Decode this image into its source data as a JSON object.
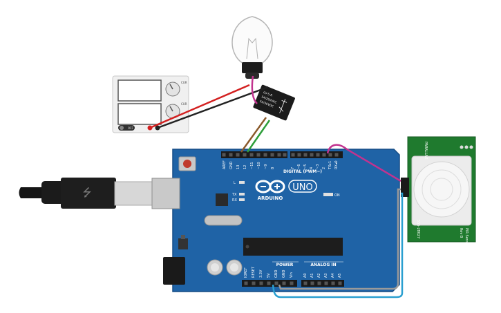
{
  "colors": {
    "board": "#1f63a6",
    "board_edge": "#164d85",
    "wire_red": "#d32020",
    "wire_black": "#222222",
    "wire_magenta": "#c2338f",
    "wire_brown": "#8a5a2b",
    "wire_green": "#2e9e3a",
    "wire_gray": "#9a9a9a",
    "wire_cyan": "#2a9fd0",
    "sensor_pcb": "#1f7a2e"
  },
  "power_supply": {
    "switch_label": "OFF",
    "knob_top_label": "CUR",
    "knob_bottom_label": "CUR"
  },
  "relay": {
    "line1": "LU-5-R",
    "line2": "5A/250VAC",
    "line3": "5A/30VDC"
  },
  "arduino": {
    "logo_text": "ARDUINO",
    "model": "UNO",
    "on_label": "ON",
    "l_label": "L",
    "tx_label": "TX",
    "rx_label": "RX",
    "digital_label": "DIGITAL (PWM~)",
    "power_label": "POWER",
    "analog_label": "ANALOG IN",
    "digital_pins": [
      "AREF",
      "GND",
      "13",
      "12",
      "~11",
      "~10",
      "~9",
      "8",
      "7",
      "~6",
      "~5",
      "4",
      "~3",
      "2",
      "TX▸1",
      "RX◂0"
    ],
    "power_pins": [
      "IOREF",
      "RESET",
      "3.3V",
      "5V",
      "GND",
      "GND",
      "Vin"
    ],
    "analog_pins": [
      "A0",
      "A1",
      "A2",
      "A3",
      "A4",
      "A5"
    ]
  },
  "pir_sensor": {
    "brand": "PARALLAX",
    "name": "PIR Sensor",
    "rev": "Rev B",
    "part": "555-28027"
  }
}
